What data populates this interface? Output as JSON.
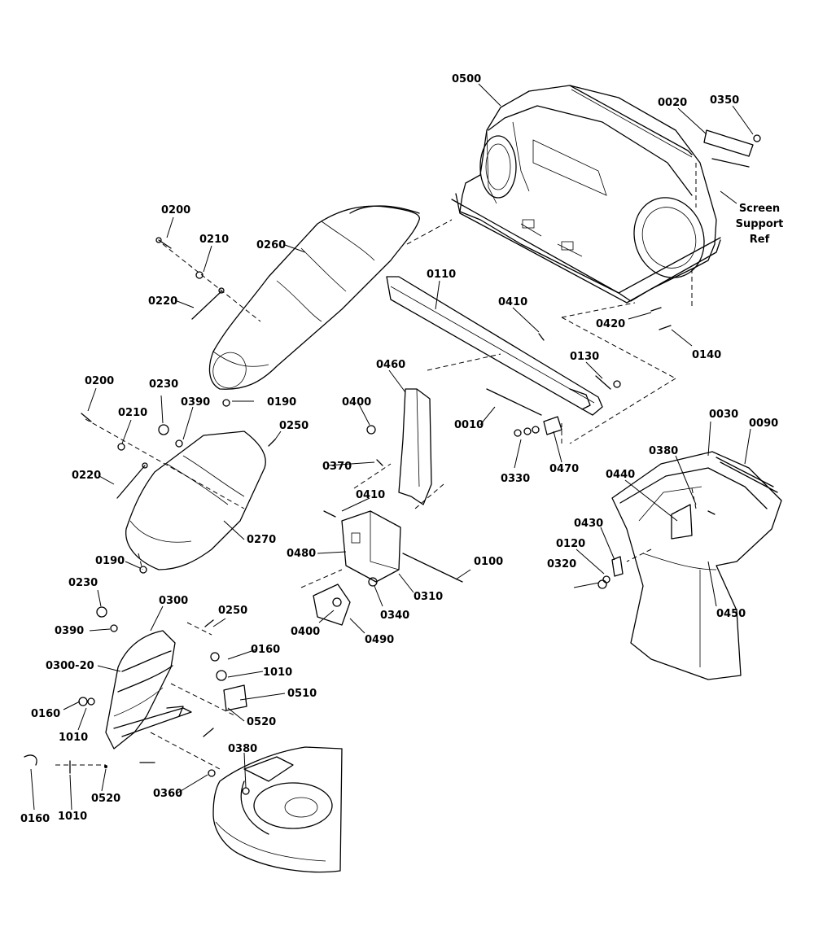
{
  "labels": {
    "p0500": "0500",
    "p0020": "0020",
    "p0350": "0350",
    "note_screen": "Screen",
    "note_support": "Support",
    "note_ref": "Ref",
    "p0200_a": "0200",
    "p0210_a": "0210",
    "p0260": "0260",
    "p0220_a": "0220",
    "p0110": "0110",
    "p0410_a": "0410",
    "p0420": "0420",
    "p0140": "0140",
    "p0130": "0130",
    "p0190_a": "0190",
    "p0200_b": "0200",
    "p0230_a": "0230",
    "p0460": "0460",
    "p0400_a": "0400",
    "p0390_a": "0390",
    "p0210_b": "0210",
    "p0250_a": "0250",
    "p0010": "0010",
    "p0470": "0470",
    "p0030": "0030",
    "p0090": "0090",
    "p0330": "0330",
    "p0380_a": "0380",
    "p0370": "0370",
    "p0220_b": "0220",
    "p0440": "0440",
    "p0410_b": "0410",
    "p0430": "0430",
    "p0270": "0270",
    "p0120": "0120",
    "p0480": "0480",
    "p0100": "0100",
    "p0190_b": "0190",
    "p0320": "0320",
    "p0310": "0310",
    "p0340": "0340",
    "p0230_b": "0230",
    "p0300": "0300",
    "p0250_b": "0250",
    "p0450": "0450",
    "p0390_b": "0390",
    "p0400_b": "0400",
    "p0490": "0490",
    "p0160_a": "0160",
    "p0300_20": "0300-20",
    "p1010_a": "1010",
    "p0510": "0510",
    "p0160_b": "0160",
    "p0520_a": "0520",
    "p1010_b": "1010",
    "p0380_b": "0380",
    "p0520_b": "0520",
    "p0360": "0360",
    "p0160_c": "0160",
    "p1010_c": "1010"
  }
}
